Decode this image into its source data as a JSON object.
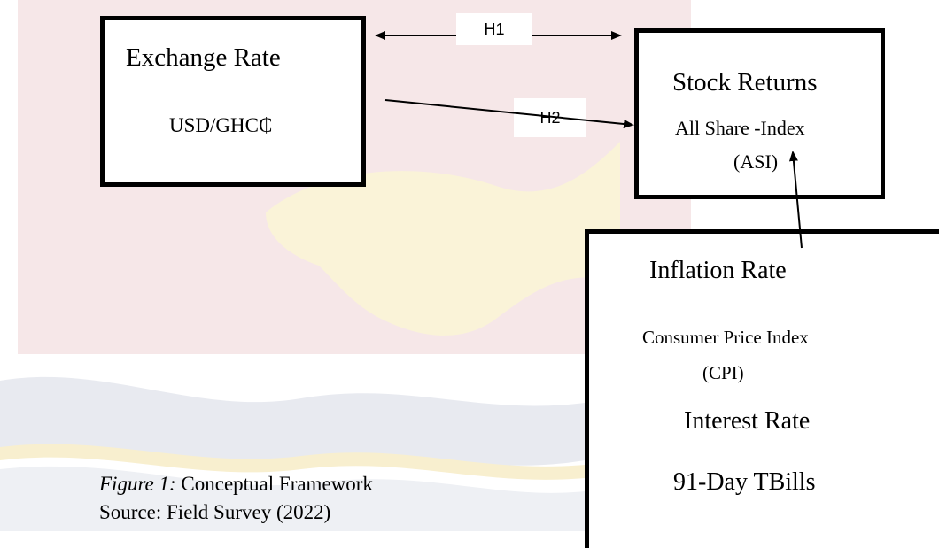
{
  "exchange_rate": {
    "title": "Exchange Rate",
    "subtitle": "USD/GHC₵"
  },
  "stock_returns": {
    "title": "Stock Returns",
    "subtitle_line1": "All Share -Index",
    "subtitle_line2": "(ASI)"
  },
  "macro_box": {
    "inflation_title": "Inflation Rate",
    "cpi_line1": "Consumer Price Index",
    "cpi_line2": "(CPI)",
    "interest_title": "Interest Rate",
    "tbills": "91-Day TBills"
  },
  "hypotheses": {
    "h1": "H1",
    "h2": "H2"
  },
  "caption": {
    "figure_prefix": "Figure 1:",
    "figure_title": " Conceptual Framework",
    "source": "Source: Field Survey (2022)"
  },
  "colors": {
    "watermark_red": "#f3e0e2",
    "watermark_yellow": "#fbf3d6",
    "watermark_blue": "#e6e8ee"
  }
}
